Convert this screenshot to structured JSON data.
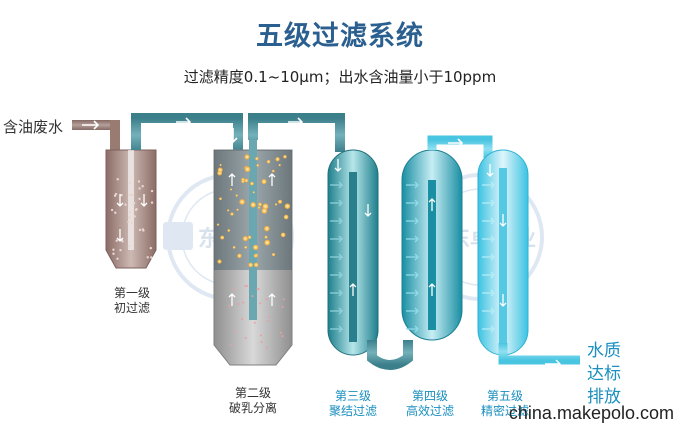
{
  "title": "五级过滤系统",
  "subtitle": "过滤精度0.1~10μm；出水含油量小于10ppm",
  "inlet_label": "含油废水",
  "stages": [
    {
      "line1": "第一级",
      "line2": "初过滤"
    },
    {
      "line1": "第二级",
      "line2": "破乳分离"
    },
    {
      "line1": "第三级",
      "line2": "聚结过滤"
    },
    {
      "line1": "第四级",
      "line2": "高效过滤"
    },
    {
      "line1": "第五级",
      "line2": "精密过滤"
    }
  ],
  "outlet": {
    "line1": "水质",
    "line2": "达标",
    "line3": "排放"
  },
  "watermark": {
    "name": "东卓实业"
  },
  "footer": "china.makepolo.com",
  "colors": {
    "title": "#2a5f8f",
    "stage_label_blue": "#1b8fc0",
    "pipe_dirty": "#9a7b72",
    "pipe_teal": "#4a8d98",
    "water_clean": "#6fd3ea"
  }
}
